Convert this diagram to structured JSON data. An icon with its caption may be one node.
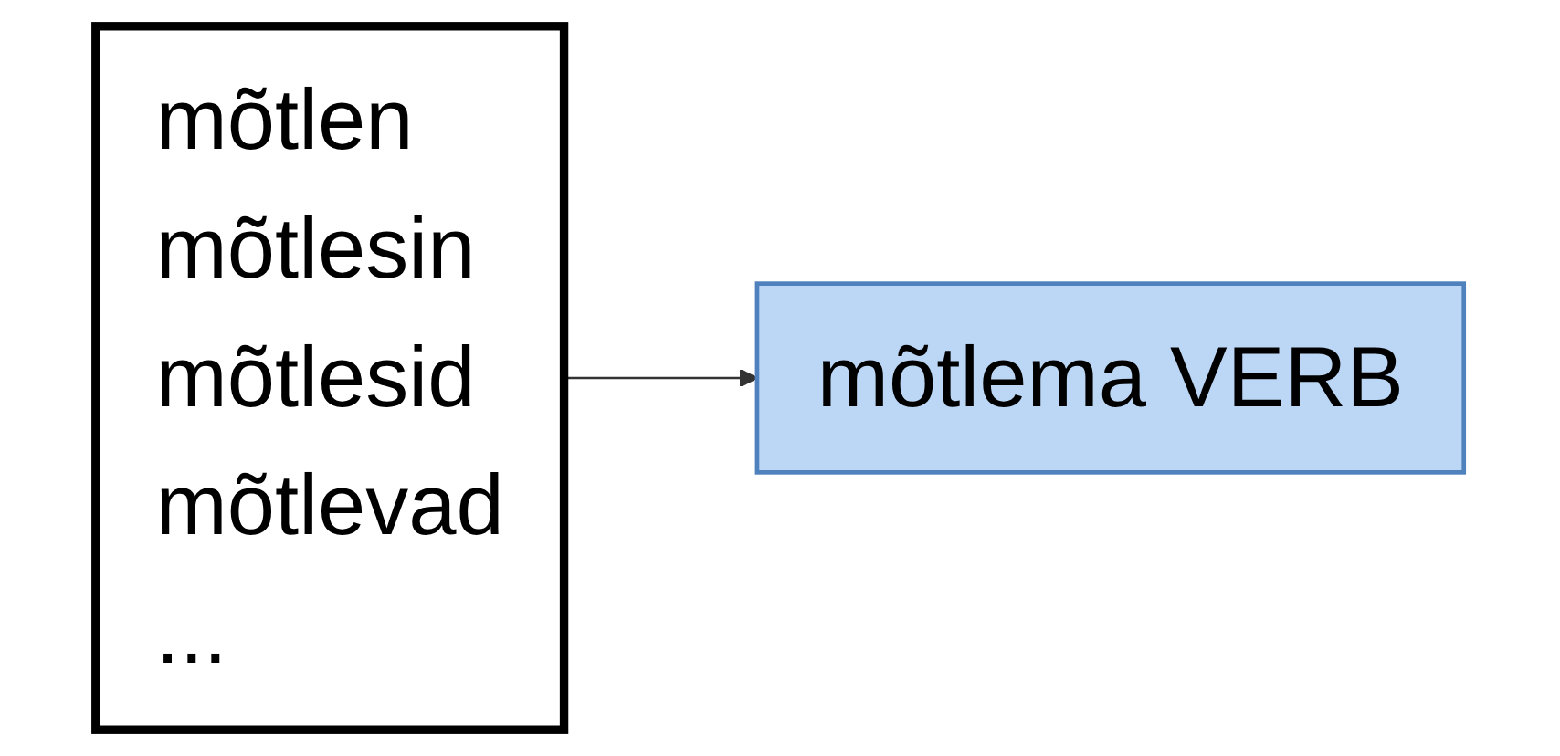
{
  "diagram": {
    "nodes": [
      {
        "text": [
          "mõtlen",
          "mõtlesin",
          "mõtlesid",
          "mõtlevad",
          "..."
        ]
      },
      {
        "text": [
          "mõtlema VERB"
        ]
      }
    ],
    "edges": [
      {
        "from": 0,
        "to": 1,
        "arrow": "to"
      }
    ]
  }
}
